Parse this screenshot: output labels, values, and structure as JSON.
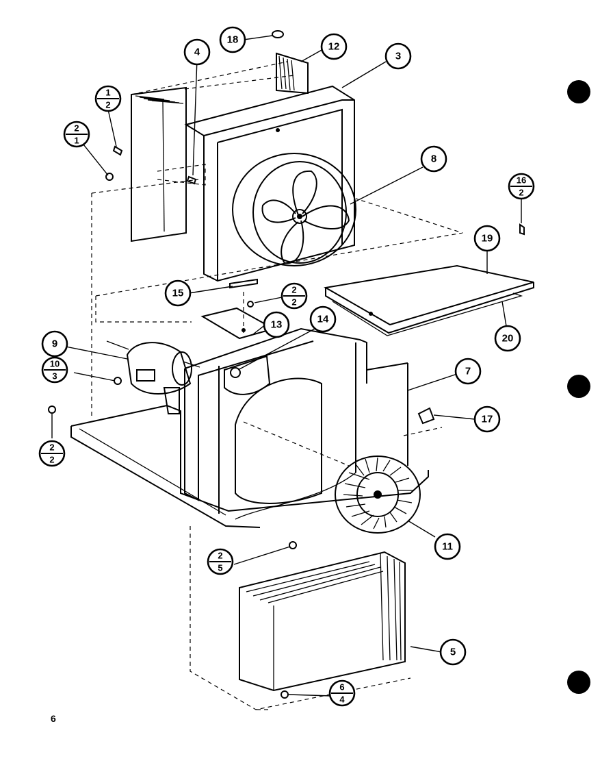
{
  "callouts": [
    {
      "id": "c18",
      "label": "18"
    },
    {
      "id": "c12",
      "label": "12"
    },
    {
      "id": "c4",
      "label": "4"
    },
    {
      "id": "c3",
      "label": "3"
    },
    {
      "id": "c8",
      "label": "8"
    },
    {
      "id": "c19",
      "label": "19"
    },
    {
      "id": "c15",
      "label": "15"
    },
    {
      "id": "c13",
      "label": "13"
    },
    {
      "id": "c14",
      "label": "14"
    },
    {
      "id": "c20",
      "label": "20"
    },
    {
      "id": "c9",
      "label": "9"
    },
    {
      "id": "c7",
      "label": "7"
    },
    {
      "id": "c17",
      "label": "17"
    },
    {
      "id": "c11",
      "label": "11"
    },
    {
      "id": "c5",
      "label": "5"
    }
  ],
  "fraction_callouts": [
    {
      "id": "f1",
      "top": "1",
      "bottom": "2"
    },
    {
      "id": "f2",
      "top": "2",
      "bottom": "1"
    },
    {
      "id": "f3",
      "top": "16",
      "bottom": "2"
    },
    {
      "id": "f4",
      "top": "2",
      "bottom": "2"
    },
    {
      "id": "f5",
      "top": "10",
      "bottom": "3"
    },
    {
      "id": "f6",
      "top": "2",
      "bottom": "2"
    },
    {
      "id": "f7",
      "top": "2",
      "bottom": "5"
    },
    {
      "id": "f8",
      "top": "6",
      "bottom": "4"
    }
  ],
  "page_number": "6"
}
